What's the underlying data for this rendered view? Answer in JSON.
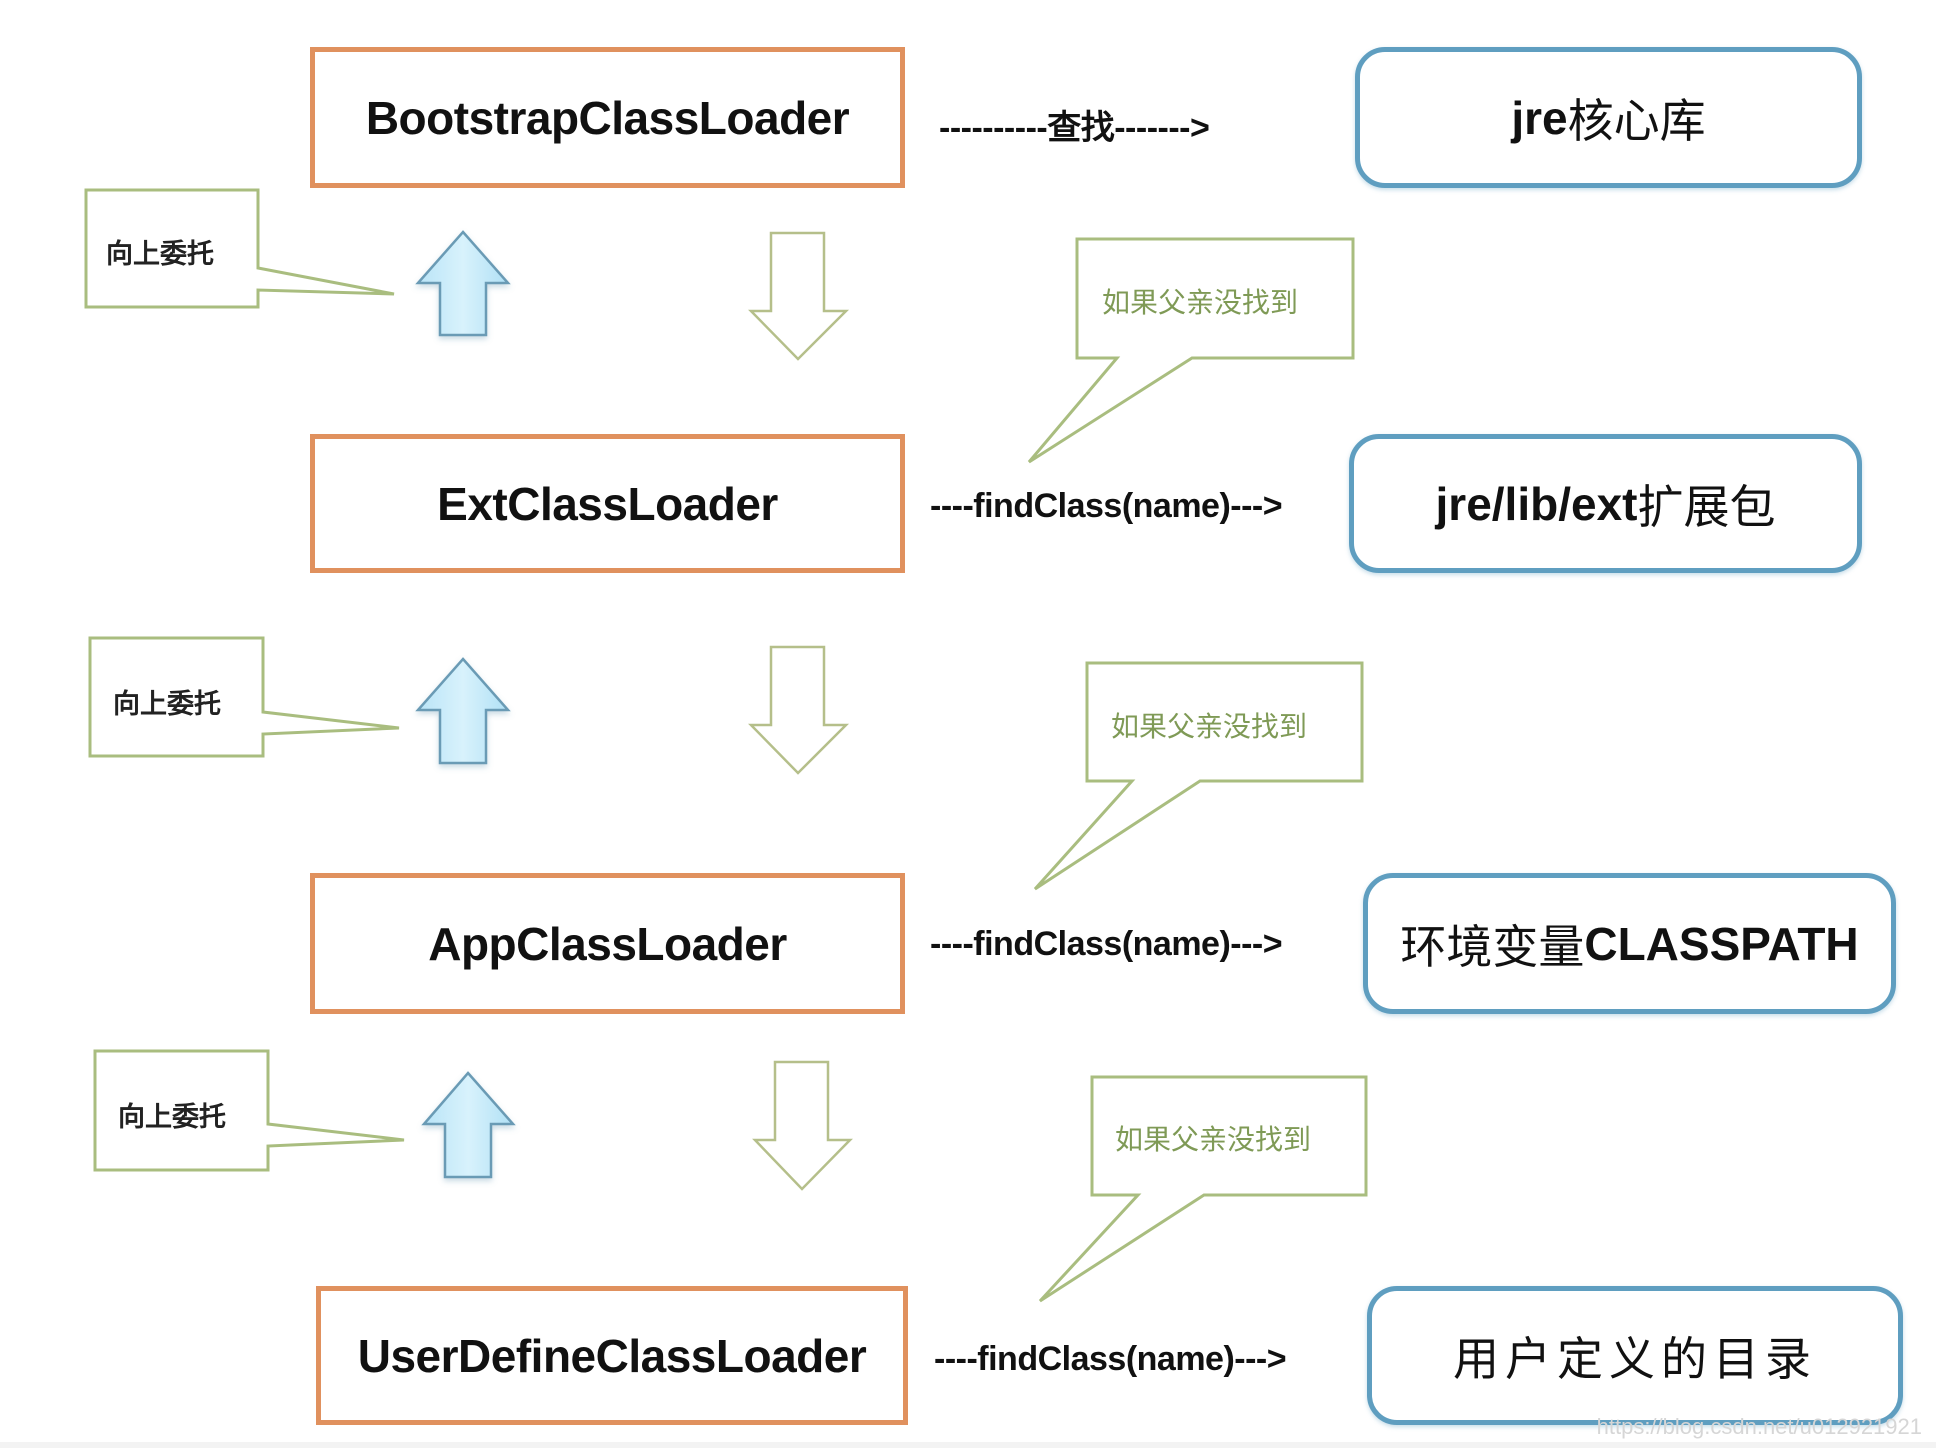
{
  "diagram": {
    "title": "Java ClassLoader Parent Delegation Model",
    "loaders": [
      {
        "name": "BootstrapClassLoader"
      },
      {
        "name": "ExtClassLoader"
      },
      {
        "name": "AppClassLoader"
      },
      {
        "name": "UserDefineClassLoader"
      }
    ],
    "targets": [
      {
        "latin": "jre",
        "cjk": "核心库"
      },
      {
        "latin": "jre/lib/ext",
        "cjk": "扩展包"
      },
      {
        "cjk": "环境变量",
        "latin": "CLASSPATH"
      },
      {
        "latin": "",
        "cjk": "用户定义的目录"
      }
    ],
    "connectors": [
      "----------查找------->",
      "----findClass(name)--->",
      "----findClass(name)--->",
      "----findClass(name)--->"
    ],
    "delegate_up_label": "向上委托",
    "parent_not_found_label": "如果父亲没找到",
    "colors": {
      "loader_border": "#e0915e",
      "target_border": "#5f9ec0",
      "callout_border": "#a9bd7f",
      "callout_text": "#7f9a56",
      "up_arrow_fill": "#c5eafa",
      "up_arrow_border": "#6b9bb5",
      "down_arrow_border": "#b5bf8a"
    }
  },
  "watermark": "https://blog.csdn.net/u012921921"
}
